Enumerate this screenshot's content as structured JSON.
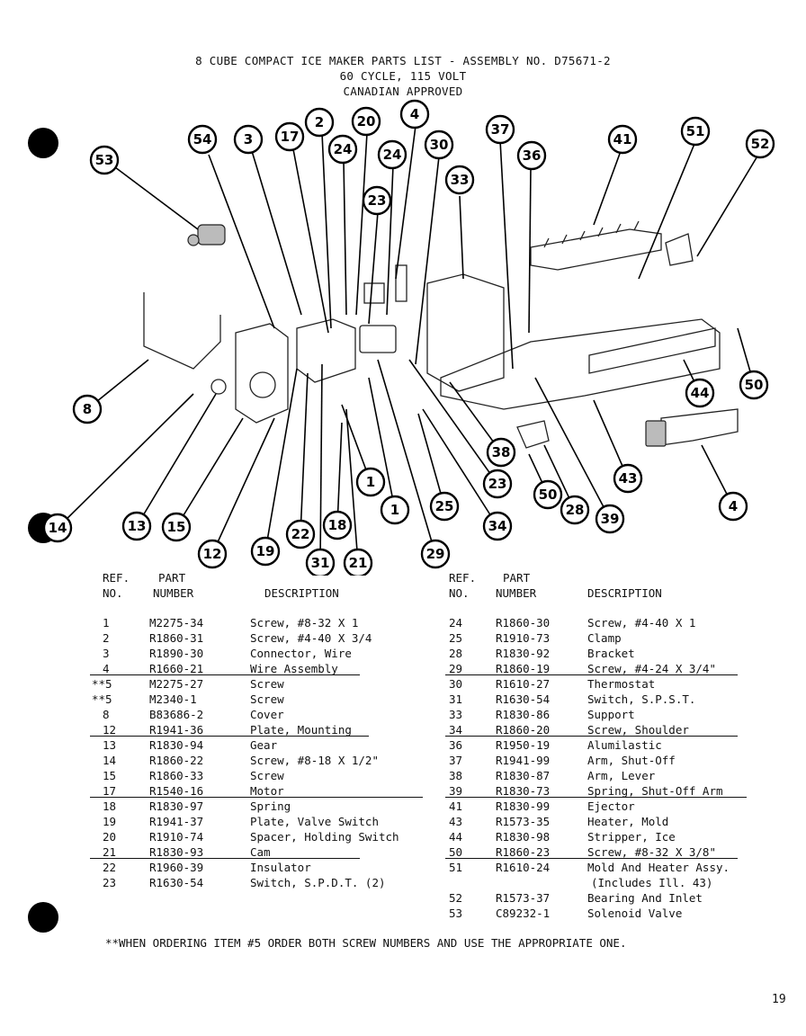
{
  "header": {
    "line1": "8 CUBE COMPACT ICE MAKER PARTS LIST - ASSEMBLY NO. D75671-2",
    "line2": "60 CYCLE, 115 VOLT",
    "line3": "CANADIAN APPROVED"
  },
  "callouts": [
    {
      "label": "53"
    },
    {
      "label": "54"
    },
    {
      "label": "3"
    },
    {
      "label": "17"
    },
    {
      "label": "2"
    },
    {
      "label": "24"
    },
    {
      "label": "20"
    },
    {
      "label": "4"
    },
    {
      "label": "24"
    },
    {
      "label": "23"
    },
    {
      "label": "30"
    },
    {
      "label": "33"
    },
    {
      "label": "37"
    },
    {
      "label": "36"
    },
    {
      "label": "41"
    },
    {
      "label": "51"
    },
    {
      "label": "52"
    },
    {
      "label": "8"
    },
    {
      "label": "44"
    },
    {
      "label": "50"
    },
    {
      "label": "43"
    },
    {
      "label": "4"
    },
    {
      "label": "38"
    },
    {
      "label": "23"
    },
    {
      "label": "1"
    },
    {
      "label": "1"
    },
    {
      "label": "25"
    },
    {
      "label": "34"
    },
    {
      "label": "50"
    },
    {
      "label": "28"
    },
    {
      "label": "39"
    },
    {
      "label": "14"
    },
    {
      "label": "13"
    },
    {
      "label": "15"
    },
    {
      "label": "12"
    },
    {
      "label": "19"
    },
    {
      "label": "22"
    },
    {
      "label": "18"
    },
    {
      "label": "31"
    },
    {
      "label": "21"
    },
    {
      "label": "29"
    }
  ],
  "table_headers": {
    "ref": "REF.",
    "no": "NO.",
    "part": "PART",
    "number": "NUMBER",
    "description": "DESCRIPTION"
  },
  "left_rows": [
    {
      "ref": "1",
      "part": "M2275-34",
      "desc": "Screw, #8-32 X 1"
    },
    {
      "ref": "2",
      "part": "R1860-31",
      "desc": "Screw, #4-40 X 3/4"
    },
    {
      "ref": "3",
      "part": "R1890-30",
      "desc": "Connector, Wire"
    },
    {
      "ref": "4",
      "part": "R1660-21",
      "desc": "Wire Assembly"
    },
    {
      "ref": "**5",
      "part": "M2275-27",
      "desc": "Screw"
    },
    {
      "ref": "**5",
      "part": "M2340-1",
      "desc": "Screw"
    },
    {
      "ref": "8",
      "part": "B83686-2",
      "desc": "Cover"
    },
    {
      "ref": "12",
      "part": "R1941-36",
      "desc": "Plate, Mounting"
    },
    {
      "ref": "13",
      "part": "R1830-94",
      "desc": "Gear"
    },
    {
      "ref": "14",
      "part": "R1860-22",
      "desc": "Screw, #8-18 X 1/2\""
    },
    {
      "ref": "15",
      "part": "R1860-33",
      "desc": "Screw"
    },
    {
      "ref": "17",
      "part": "R1540-16",
      "desc": "Motor"
    },
    {
      "ref": "18",
      "part": "R1830-97",
      "desc": "Spring"
    },
    {
      "ref": "19",
      "part": "R1941-37",
      "desc": "Plate, Valve Switch"
    },
    {
      "ref": "20",
      "part": "R1910-74",
      "desc": "Spacer, Holding Switch"
    },
    {
      "ref": "21",
      "part": "R1830-93",
      "desc": "Cam"
    },
    {
      "ref": "22",
      "part": "R1960-39",
      "desc": "Insulator"
    },
    {
      "ref": "23",
      "part": "R1630-54",
      "desc": "Switch, S.P.D.T. (2)"
    }
  ],
  "right_rows": [
    {
      "ref": "24",
      "part": "R1860-30",
      "desc": "Screw, #4-40 X 1"
    },
    {
      "ref": "25",
      "part": "R1910-73",
      "desc": "Clamp"
    },
    {
      "ref": "28",
      "part": "R1830-92",
      "desc": "Bracket"
    },
    {
      "ref": "29",
      "part": "R1860-19",
      "desc": "Screw, #4-24 X 3/4\""
    },
    {
      "ref": "30",
      "part": "R1610-27",
      "desc": "Thermostat"
    },
    {
      "ref": "31",
      "part": "R1630-54",
      "desc": "Switch, S.P.S.T."
    },
    {
      "ref": "33",
      "part": "R1830-86",
      "desc": "Support"
    },
    {
      "ref": "34",
      "part": "R1860-20",
      "desc": "Screw, Shoulder"
    },
    {
      "ref": "36",
      "part": "R1950-19",
      "desc": "Alumilastic"
    },
    {
      "ref": "37",
      "part": "R1941-99",
      "desc": "Arm, Shut-Off"
    },
    {
      "ref": "38",
      "part": "R1830-87",
      "desc": "Arm, Lever"
    },
    {
      "ref": "39",
      "part": "R1830-73",
      "desc": "Spring, Shut-Off Arm"
    },
    {
      "ref": "41",
      "part": "R1830-99",
      "desc": "Ejector"
    },
    {
      "ref": "43",
      "part": "R1573-35",
      "desc": "Heater, Mold"
    },
    {
      "ref": "44",
      "part": "R1830-98",
      "desc": "Stripper, Ice"
    },
    {
      "ref": "50",
      "part": "R1860-23",
      "desc": "Screw, #8-32 X 3/8\""
    },
    {
      "ref": "51",
      "part": "R1610-24",
      "desc": "Mold And Heater Assy."
    },
    {
      "ref": "",
      "part": "",
      "desc": "(Includes Ill. 43)"
    },
    {
      "ref": "52",
      "part": "R1573-37",
      "desc": "Bearing And Inlet"
    },
    {
      "ref": "53",
      "part": "C89232-1",
      "desc": "Solenoid Valve"
    }
  ],
  "footnote": "**WHEN ORDERING ITEM #5 ORDER BOTH SCREW NUMBERS AND USE THE APPROPRIATE ONE.",
  "page_number": "19"
}
